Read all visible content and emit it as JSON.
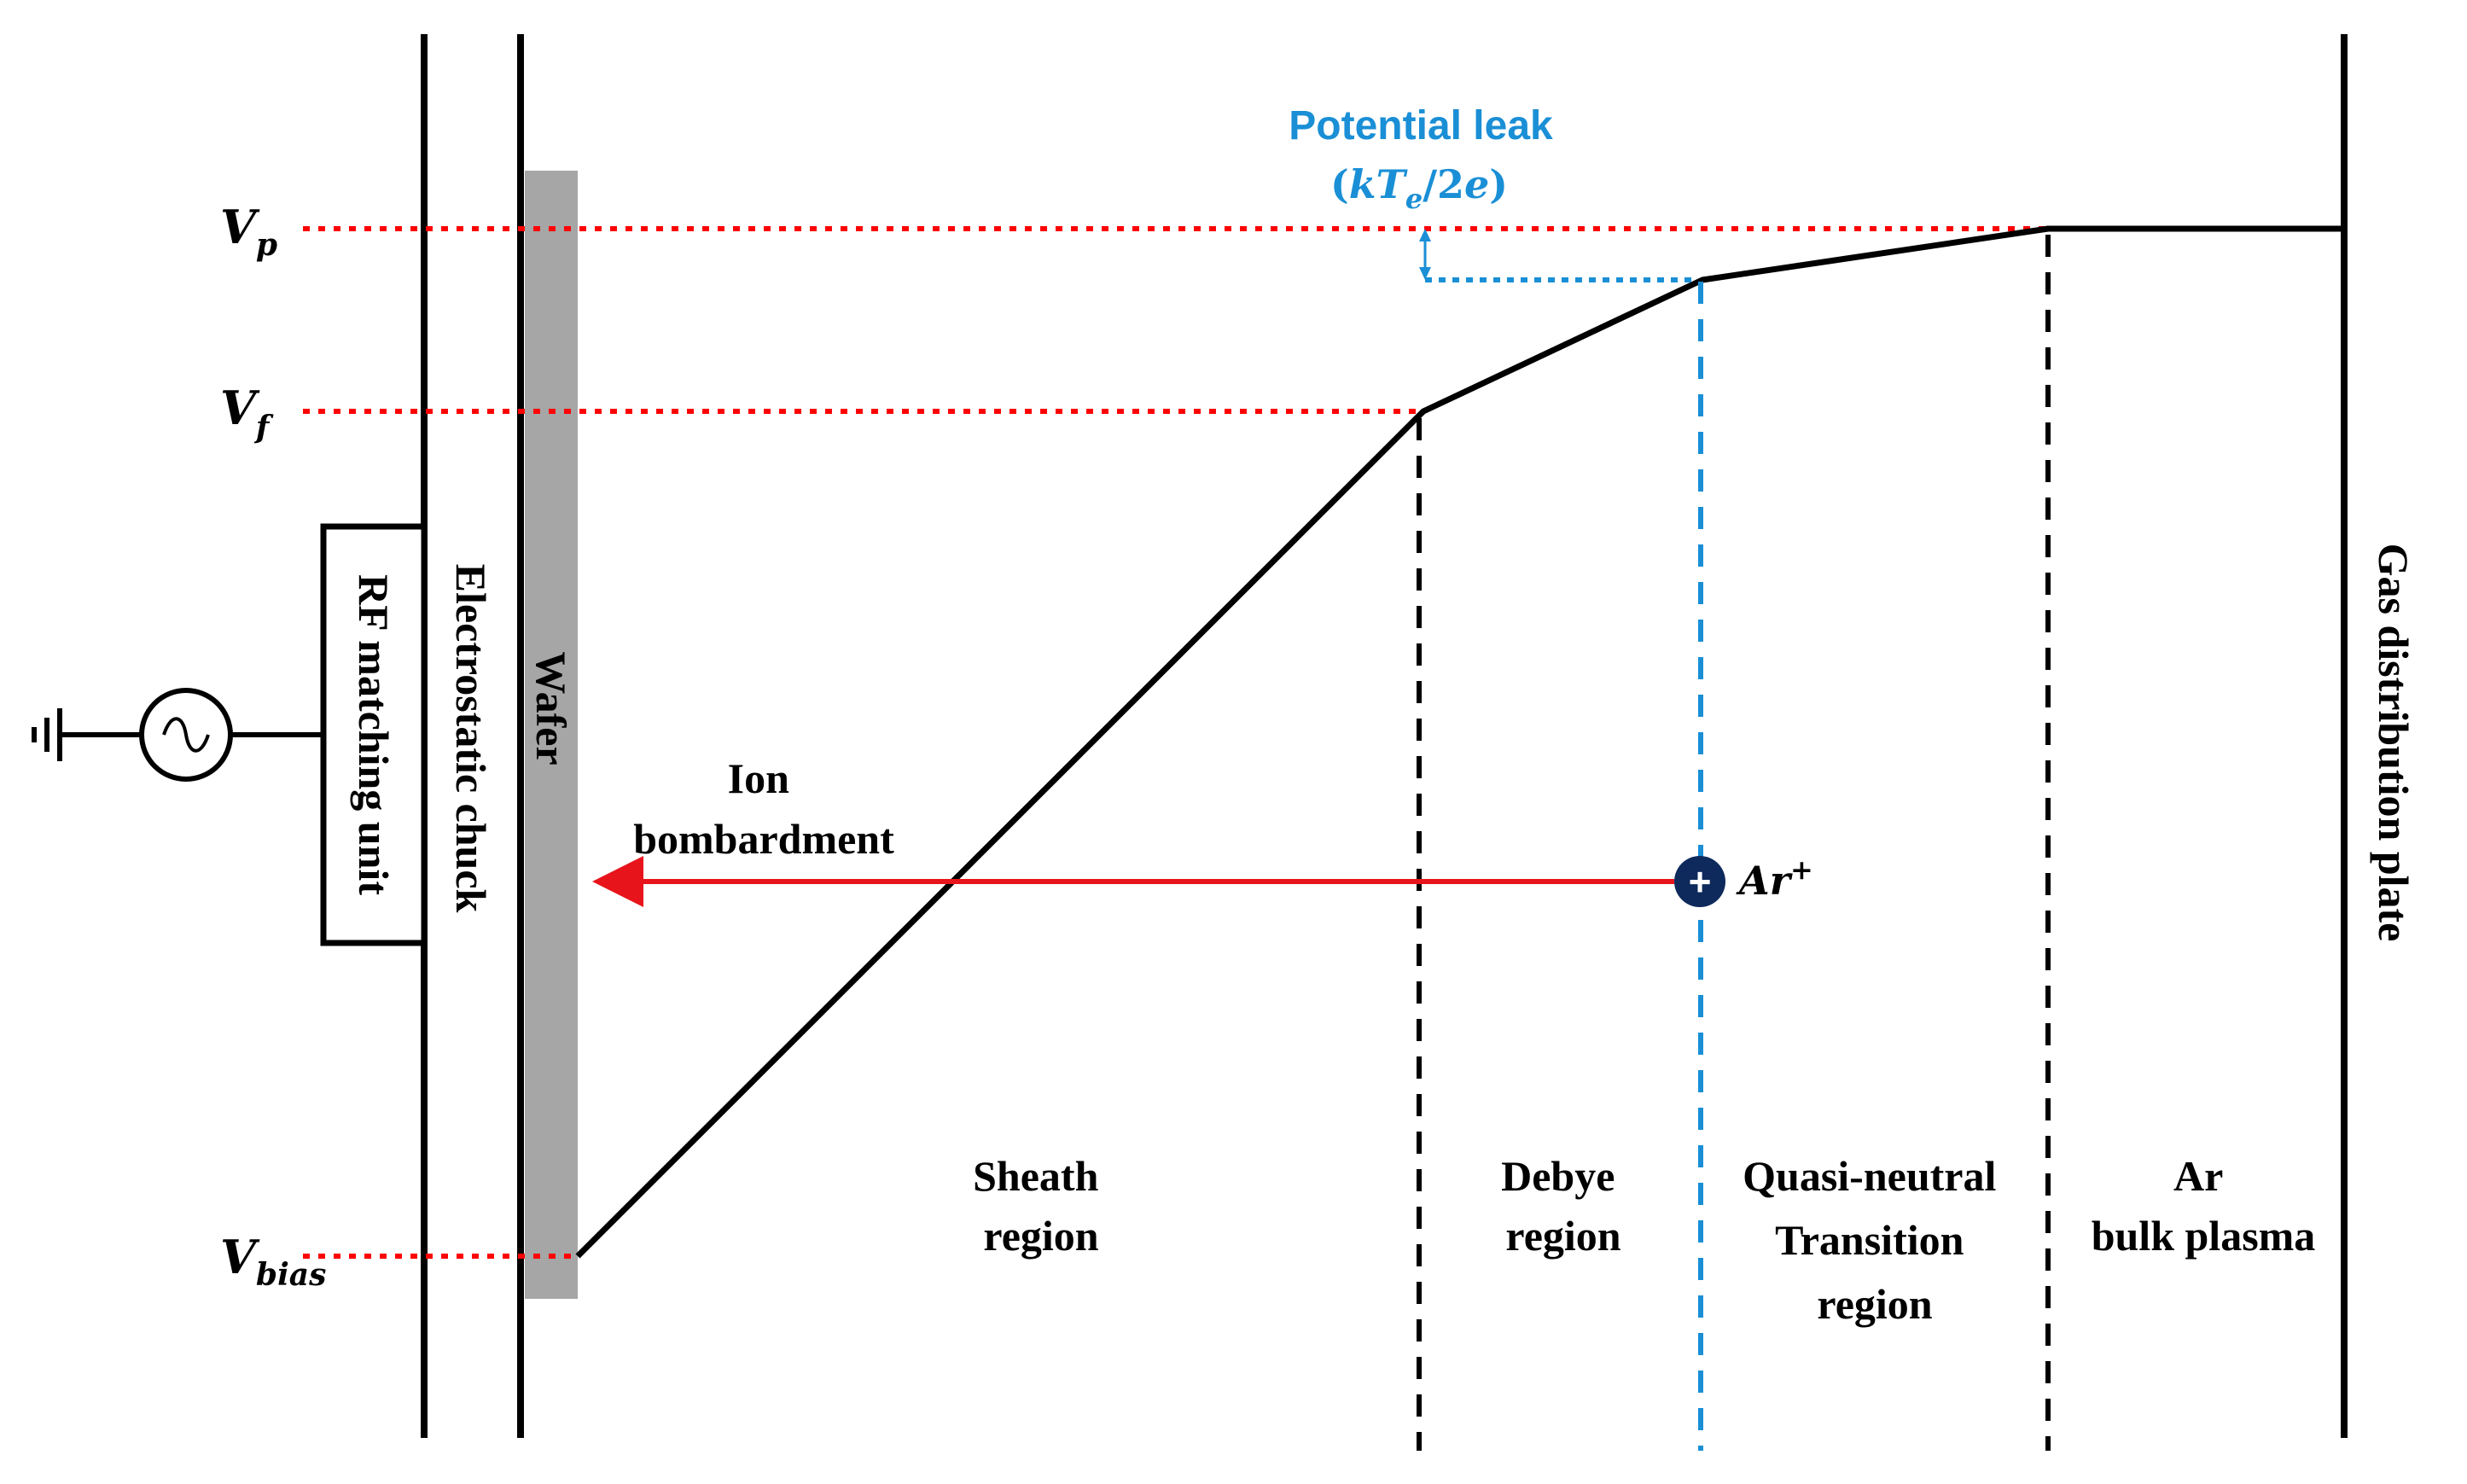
{
  "labels": {
    "vp": {
      "main": "V",
      "sub": "p"
    },
    "vf": {
      "main": "V",
      "sub": "f"
    },
    "vbias": {
      "main": "V",
      "sub": "bias"
    },
    "potential_leak_title": "Potential leak",
    "potential_leak_formula": {
      "open": "(",
      "k": "k",
      "T": "T",
      "e_sub": "e",
      "rest": "/2",
      "e": "e",
      "close": ")"
    },
    "rf_matching_unit": "RF matching unit",
    "electrostatic_chuck": "Electrostatic chuck",
    "wafer": "Wafer",
    "gas_distribution_plate": "Gas distribution plate",
    "ion_bombardment": [
      "Ion",
      "bombardment"
    ],
    "ion": {
      "main": "Ar",
      "sup": "+"
    },
    "ion_symbol": "+",
    "sheath_region": [
      "Sheath",
      "region"
    ],
    "debye_region": [
      "Debye",
      "region"
    ],
    "quasi_neutral_region": [
      "Quasi-neutral",
      "Transition",
      "region"
    ],
    "bulk_plasma": [
      "Ar",
      "bulk plasma"
    ]
  },
  "colors": {
    "line": "#000000",
    "reference": "#ff0000",
    "leak": "#1a8fd6",
    "arrow": "#e8141c",
    "wafer": "#a6a6a6",
    "ion_fill": "#0e2a5c"
  }
}
